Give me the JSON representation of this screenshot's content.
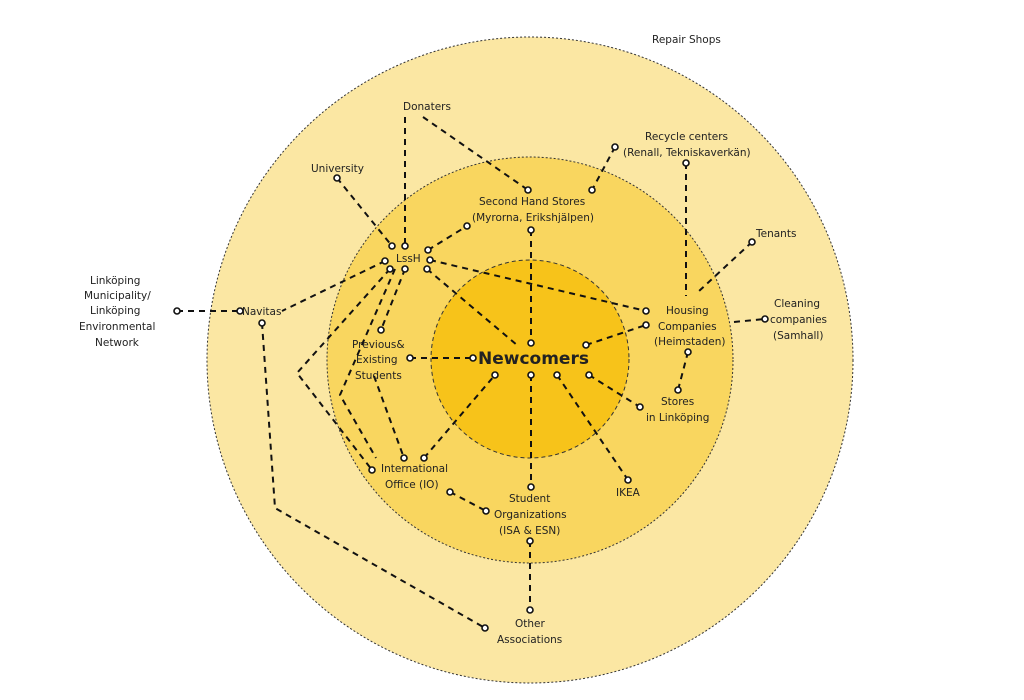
{
  "colors": {
    "outer_ring": "#fbe7a3",
    "middle_ring": "#f9d65f",
    "inner_ring": "#f7c31a",
    "line": "#111111"
  },
  "diagram": {
    "center": "Newcomers",
    "outer_label": "Repair Shops",
    "nodes": {
      "donaters": "Donaters",
      "university": "University",
      "lssh": "LssH",
      "recycle_1": "Recycle centers",
      "recycle_2": "(Renall, Tekniskaverkän)",
      "secondhand_1": "Second Hand Stores",
      "secondhand_2": "(Myrorna, Erikshjälpen)",
      "tenants": "Tenants",
      "cleaning_1": "Cleaning",
      "cleaning_2": "companies",
      "cleaning_3": "(Samhall)",
      "linkoping_1": "Linköping",
      "linkoping_2": "Municipality/",
      "linkoping_3": "Linköping",
      "linkoping_4": "Environmental",
      "linkoping_5": "Network",
      "navitas": "Navitas",
      "housing_1": "Housing",
      "housing_2": "Companies",
      "housing_3": "(Heimstaden)",
      "students_1": "Previous&",
      "students_2": "Existing",
      "students_3": "Students",
      "stores_1": "Stores",
      "stores_2": "in Linköping",
      "io_1": "International",
      "io_2": "Office (IO)",
      "ikea": "IKEA",
      "studorg_1": "Student",
      "studorg_2": "Organizations",
      "studorg_3": "(ISA & ESN)",
      "other_1": "Other",
      "other_2": "Associations"
    }
  }
}
